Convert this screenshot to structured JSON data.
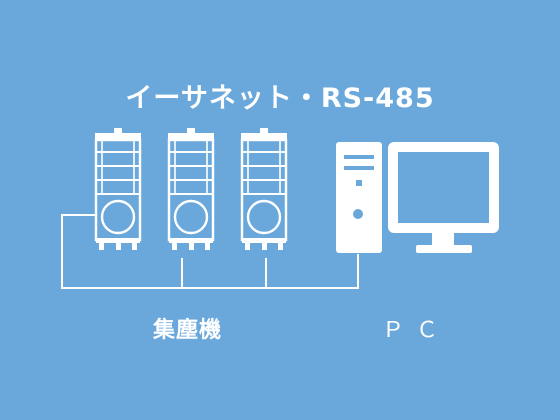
{
  "title": "イーサネット・RS-485",
  "labels": {
    "collectors": "集塵機",
    "pc": "ＰＣ"
  },
  "icons": {
    "collector": "dust-collector-icon",
    "pc": "desktop-pc-icon"
  },
  "colors": {
    "background": "#6aa8dc",
    "foreground": "#ffffff"
  }
}
